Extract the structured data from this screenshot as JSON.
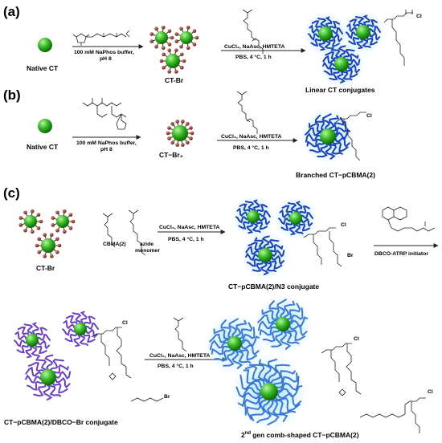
{
  "panels": {
    "a": "(a)",
    "b": "(b)",
    "c": "(c)"
  },
  "row_a": {
    "native": "Native CT",
    "buffer1": "100 mM NaPhos buffer,",
    "buffer2": "pH 8",
    "product_intermediate": "CT-Br",
    "reagents": "CuCl₂, NaAsc, HMTETA",
    "conditions": "PBS, 4 °C, 1 h",
    "result": "Linear CT conjugates",
    "chain_end": "Cl"
  },
  "row_b": {
    "native": "Native CT",
    "buffer1": "100 mM NaPhos buffer,",
    "buffer2": "pH 8",
    "product_intermediate": "CT−Br₂",
    "reagents": "CuCl₂, NaAsc, HMTETA",
    "conditions": "PBS, 4 °C, 1 h",
    "result": "Branched CT−pCBMA(2)",
    "chain_end": "Cl"
  },
  "row_c": {
    "start": "CT-Br",
    "monomer1": "CBMA(2)",
    "monomer2": "azide",
    "monomer2b": "monomer",
    "reagents": "CuCl₂, NaAsc, HMTETA",
    "conditions": "PBS, 4 °C, 1 h",
    "product1": "CT−pCBMA(2)/N3 conjugate",
    "initiator": "DBCO-ATRP initiator",
    "product2": "CT−pCBMA(2)/DBCO−Br conjugate",
    "reagents2": "CuCl₂, NaAsc, HMTETA",
    "conditions2": "PBS, 4 °C, 1 h",
    "final_sup": "nd",
    "final_pre": "2",
    "final": "gen comb-shaped CT−pCBMA(2)",
    "chain_end": "Cl",
    "br": "Br"
  },
  "colors": {
    "protein": "#2fb51f",
    "initiator": "#7a2b22",
    "polymer": "#1b3fbd",
    "polymer2": "#6a40c8",
    "glow": "#8fd6f0"
  }
}
